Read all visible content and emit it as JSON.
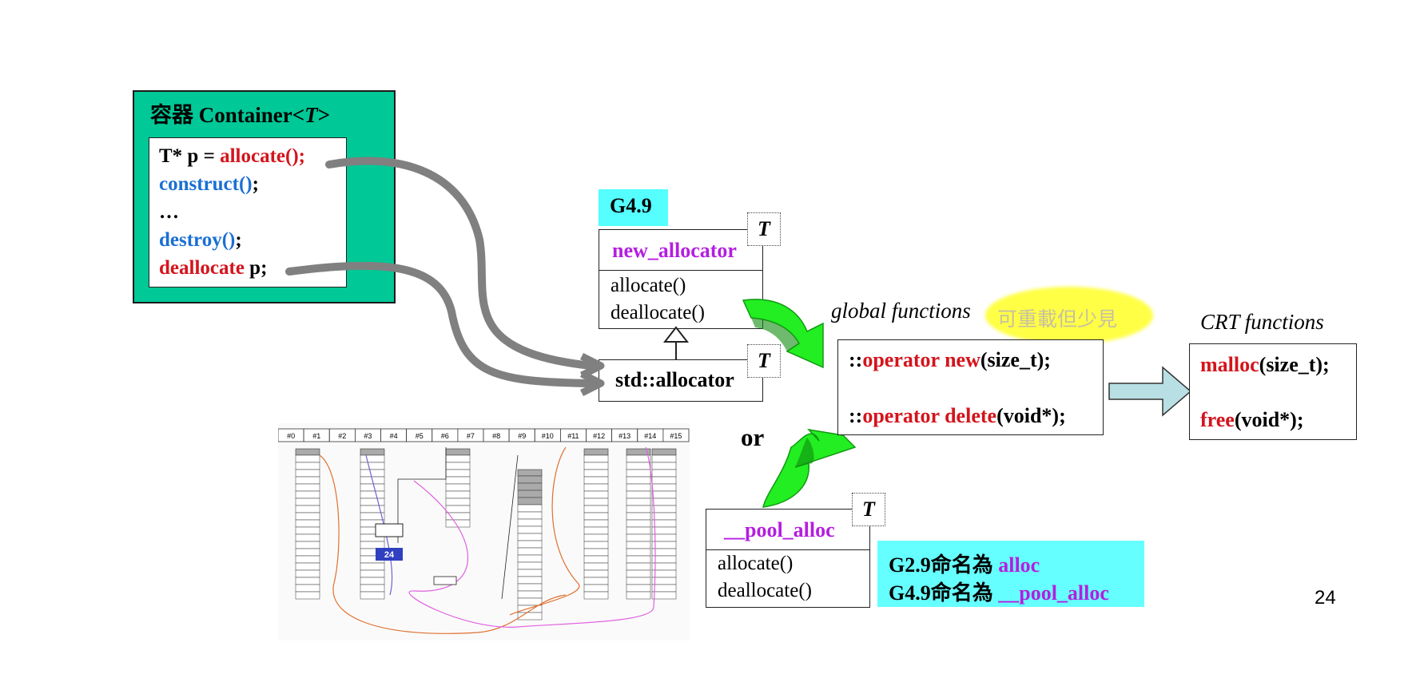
{
  "container": {
    "title_cjk": "容器 ",
    "title_name": "Container<",
    "title_param": "T",
    "title_close": ">",
    "code": [
      {
        "pre": "T* p = ",
        "call": "allocate();"
      },
      {
        "call": "construct()",
        "post": ";"
      },
      {
        "text": "…"
      },
      {
        "call": "destroy()",
        "post": ";"
      },
      {
        "call": "deallocate",
        "post": " p;"
      }
    ]
  },
  "g49_badge": "G4.9",
  "new_allocator": {
    "name": "new_allocator",
    "template_param": "T",
    "methods": [
      "allocate()",
      "deallocate()"
    ]
  },
  "std_allocator": {
    "name": "std::allocator",
    "template_param": "T"
  },
  "pool_alloc": {
    "name": "__pool_alloc",
    "template_param": "T",
    "methods": [
      "allocate()",
      "deallocate()"
    ]
  },
  "global_functions": {
    "label": "global functions",
    "note": "可重載但少見",
    "lines": [
      {
        "scope": "::",
        "keyword": "operator new",
        "args": "(size_t);"
      },
      {
        "scope": "::",
        "keyword": "operator delete",
        "args": "(void*);"
      }
    ]
  },
  "crt_functions": {
    "label": "CRT functions",
    "lines": [
      {
        "keyword": "malloc",
        "args": "(size_t);"
      },
      {
        "keyword": "free",
        "args": "(void*);"
      }
    ]
  },
  "or_label": "or",
  "naming": [
    {
      "prefix": "G2.9命名為 ",
      "name": "alloc"
    },
    {
      "prefix": "G4.9命名為 ",
      "name": "__pool_alloc"
    }
  ],
  "pool_diagram": {
    "slots": [
      "#0",
      "#1",
      "#2",
      "#3",
      "#4",
      "#5",
      "#6",
      "#7",
      "#8",
      "#9",
      "#10",
      "#11",
      "#12",
      "#13",
      "#14",
      "#15"
    ],
    "block_label": "24"
  },
  "colors": {
    "container_bg": "#00c896",
    "badge_bg": "#55ffff",
    "naming_bg": "#66ffff",
    "arrow_green": "#22ee22",
    "arrow_gray": "#808080",
    "crt_arrow": "#b8e0e4",
    "highlight": "#ffff33",
    "red": "#d4141c",
    "blue": "#1a6fd4",
    "purple": "#b41ee0"
  },
  "page_number": "24"
}
